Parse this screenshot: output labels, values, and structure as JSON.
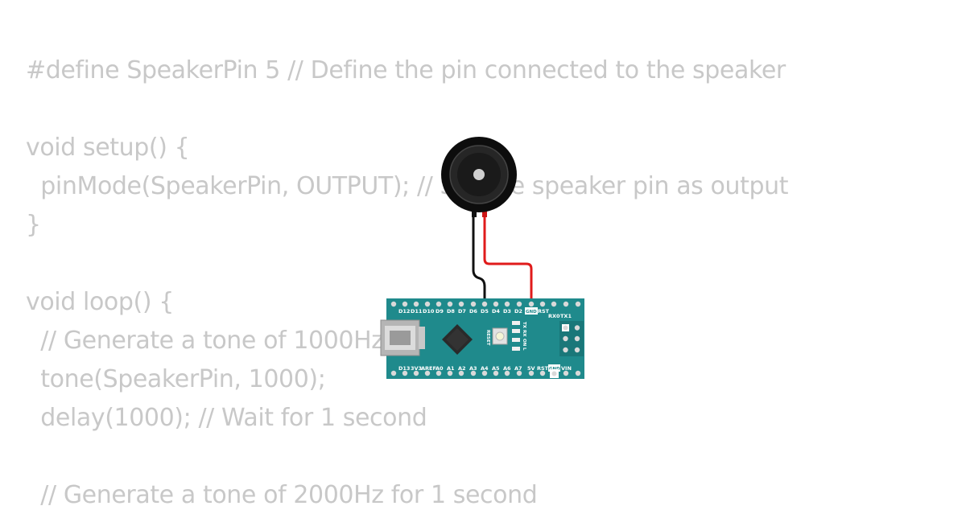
{
  "code_lines": [
    "#define SpeakerPin 5 // Define the pin connected to the speaker",
    "",
    "void setup() {",
    "  pinMode(SpeakerPin, OUTPUT); // Set the speaker pin as output",
    "}",
    "",
    "void loop() {",
    "  // Generate a tone of 1000Hz for 1 second",
    "  tone(SpeakerPin, 1000);",
    "  delay(1000); // Wait for 1 second",
    "",
    "  // Generate a tone of 2000Hz for 1 second"
  ],
  "board": {
    "top_pin_labels": [
      "D12",
      "D11",
      "D10",
      "D9",
      "D8",
      "D7",
      "D6",
      "D5",
      "D4",
      "D3",
      "D2",
      "GND",
      "RST",
      "RX0",
      "TX1"
    ],
    "bottom_pin_labels": [
      "D13",
      "3V3",
      "AREF",
      "A0",
      "A1",
      "A2",
      "A3",
      "A4",
      "A5",
      "A6",
      "A7",
      "5V",
      "RST",
      "GND",
      "VIN"
    ],
    "reset_label": "RESET",
    "led_labels": [
      "TX",
      "RX",
      "ON",
      "L"
    ]
  },
  "colors": {
    "code_text": "#c8c8c8",
    "board": "#1f8a8c",
    "wire_black": "#111111",
    "wire_red": "#e01b1b"
  }
}
